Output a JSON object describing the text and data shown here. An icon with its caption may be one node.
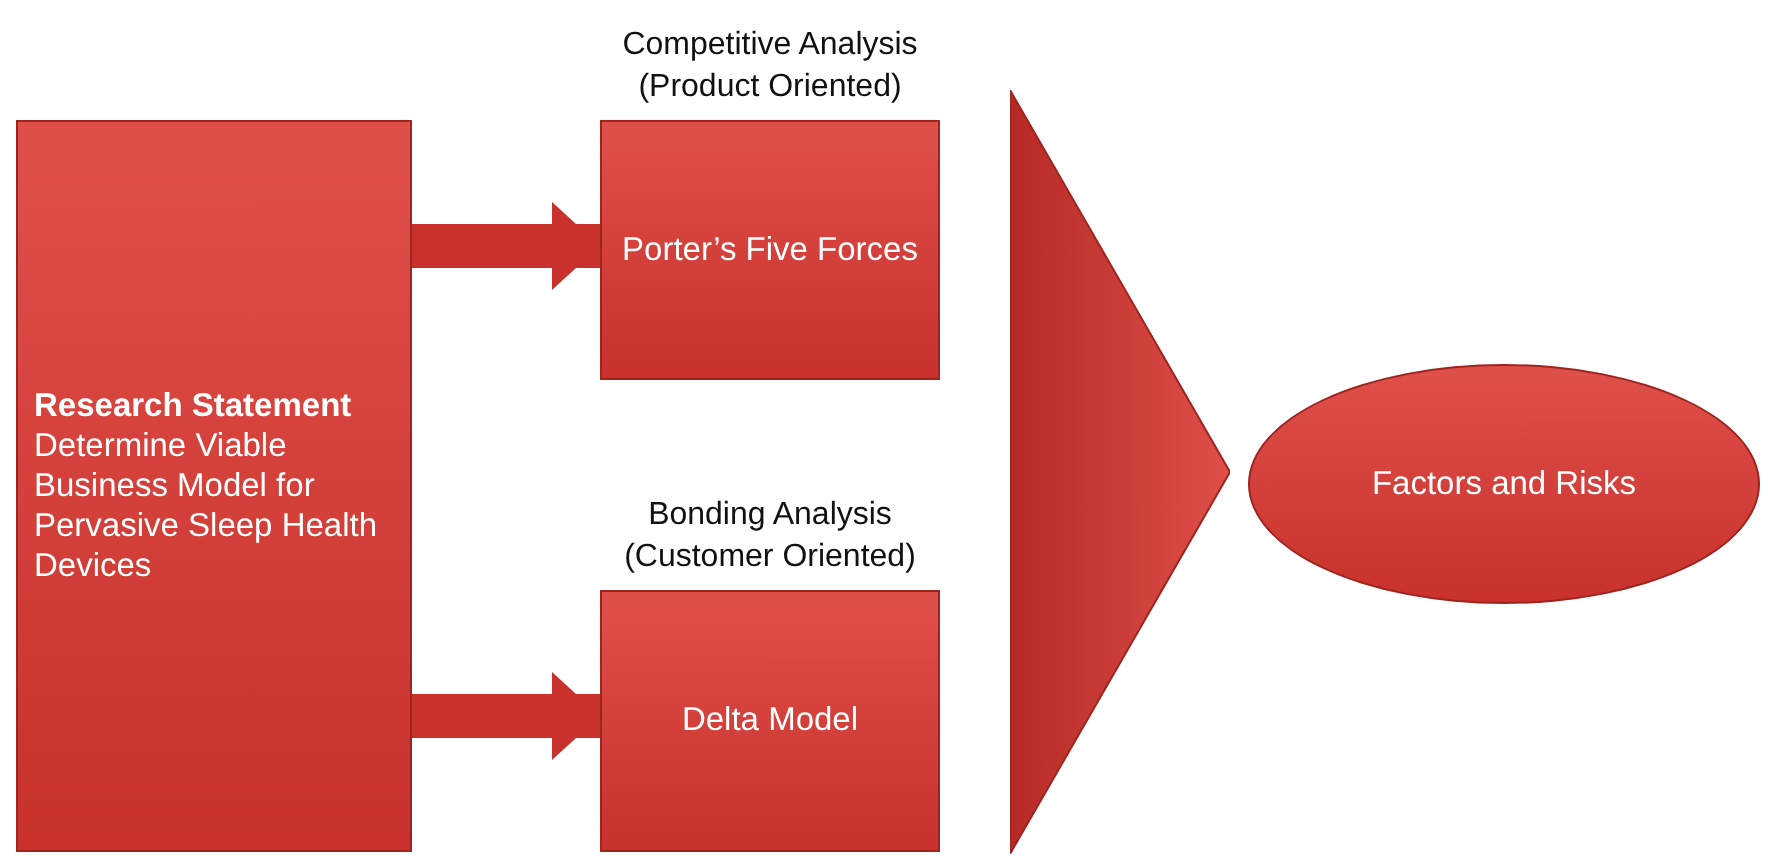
{
  "diagram": {
    "nodes": [
      {
        "text": [
          "Research Statement",
          "Determine Viable Business Model for Pervasive Sleep Health Devices"
        ]
      },
      {
        "text": [
          "Competitive Analysis (Product Oriented)",
          "Porter’s Five Forces"
        ]
      },
      {
        "text": [
          "Bonding Analysis (Customer Oriented)",
          "Delta Model"
        ]
      },
      {
        "text": [],
        "shape": "triangle"
      },
      {
        "text": [
          "Factors and Risks"
        ]
      }
    ],
    "edges": [
      {
        "from": 0,
        "to": 1,
        "arrow": "to"
      },
      {
        "from": 0,
        "to": 2,
        "arrow": "to"
      }
    ]
  }
}
